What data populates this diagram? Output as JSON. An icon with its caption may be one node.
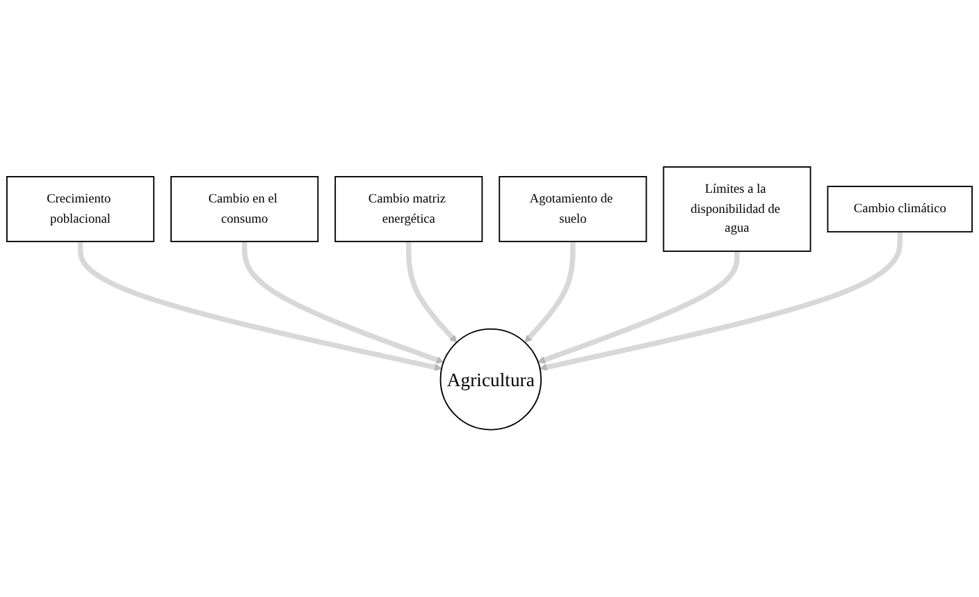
{
  "diagram": {
    "nodes": [
      {
        "text": [
          "Crecimiento poblacional"
        ]
      },
      {
        "text": [
          "Cambio en el consumo"
        ]
      },
      {
        "text": [
          "Cambio matriz energética"
        ]
      },
      {
        "text": [
          "Agotamiento de suelo"
        ]
      },
      {
        "text": [
          "Límites a la disponibilidad de agua"
        ]
      },
      {
        "text": [
          "Cambio climático"
        ]
      },
      {
        "text": [
          "Agricultura"
        ]
      }
    ],
    "edges": [
      {
        "from": 0,
        "to": 6,
        "arrow": "to"
      },
      {
        "from": 1,
        "to": 6,
        "arrow": "to"
      },
      {
        "from": 2,
        "to": 6,
        "arrow": "to"
      },
      {
        "from": 3,
        "to": 6,
        "arrow": "to"
      },
      {
        "from": 4,
        "to": 6,
        "arrow": "to"
      },
      {
        "from": 5,
        "to": 6,
        "arrow": "to"
      }
    ]
  }
}
